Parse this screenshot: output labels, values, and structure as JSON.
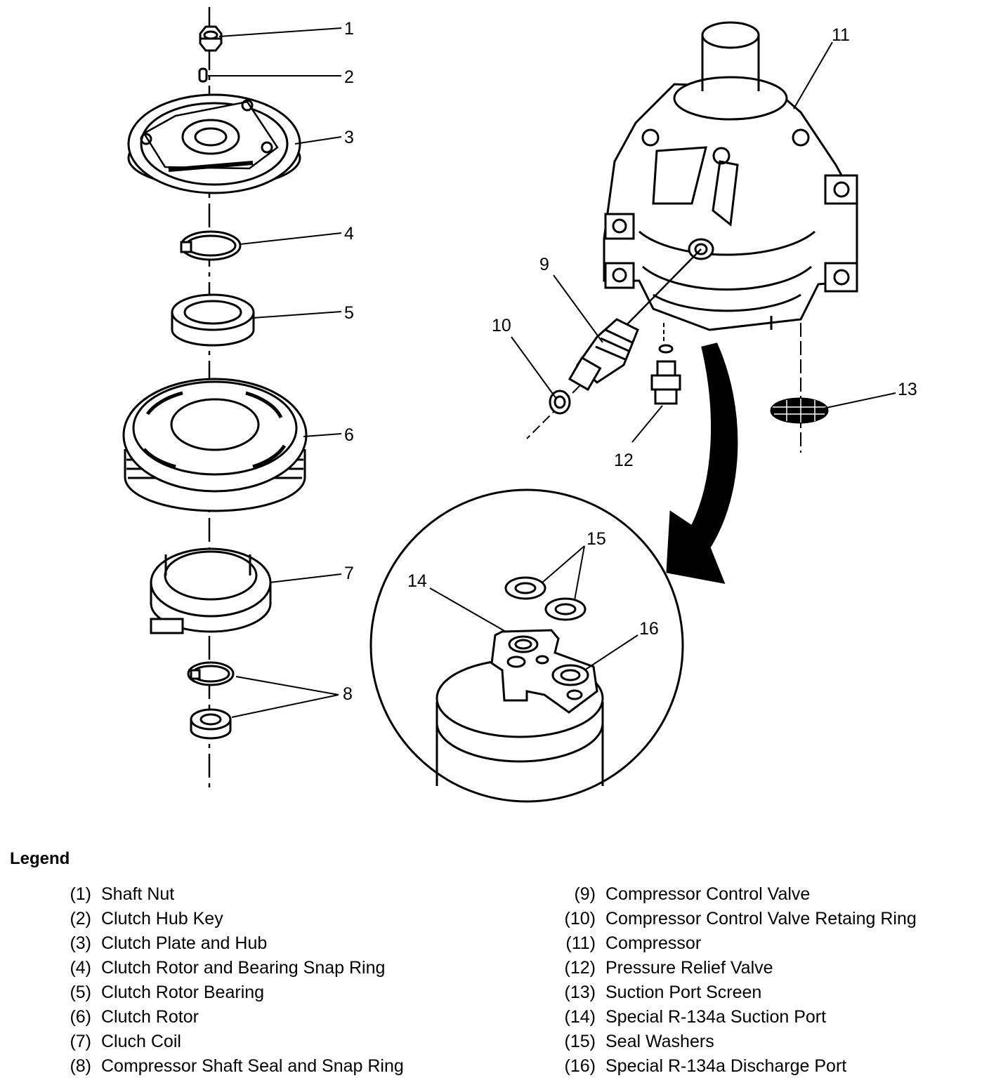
{
  "callouts": {
    "c1": "1",
    "c2": "2",
    "c3": "3",
    "c4": "4",
    "c5": "5",
    "c6": "6",
    "c7": "7",
    "c8": "8",
    "c9": "9",
    "c10": "10",
    "c11": "11",
    "c12": "12",
    "c13": "13",
    "c14": "14",
    "c15": "15",
    "c16": "16"
  },
  "legend": {
    "title": "Legend",
    "left": [
      {
        "num": "(1)",
        "text": "Shaft Nut"
      },
      {
        "num": "(2)",
        "text": "Clutch Hub Key"
      },
      {
        "num": "(3)",
        "text": "Clutch Plate and Hub"
      },
      {
        "num": "(4)",
        "text": "Clutch Rotor and Bearing Snap Ring"
      },
      {
        "num": "(5)",
        "text": "Clutch Rotor Bearing"
      },
      {
        "num": "(6)",
        "text": "Clutch Rotor"
      },
      {
        "num": "(7)",
        "text": "Cluch Coil"
      },
      {
        "num": "(8)",
        "text": "Compressor Shaft Seal and Snap Ring"
      }
    ],
    "right": [
      {
        "num": "(9)",
        "text": "Compressor Control Valve"
      },
      {
        "num": "(10)",
        "text": "Compressor Control Valve Retaing Ring"
      },
      {
        "num": "(11)",
        "text": "Compressor"
      },
      {
        "num": "(12)",
        "text": "Pressure Relief Valve"
      },
      {
        "num": "(13)",
        "text": "Suction Port Screen"
      },
      {
        "num": "(14)",
        "text": "Special R-134a Suction Port"
      },
      {
        "num": "(15)",
        "text": "Seal Washers"
      },
      {
        "num": "(16)",
        "text": "Special R-134a Discharge Port"
      }
    ]
  }
}
